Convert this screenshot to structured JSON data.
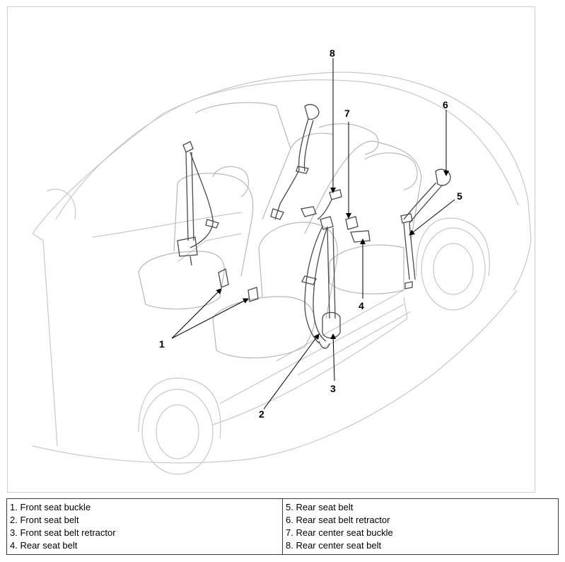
{
  "callouts": [
    "1",
    "2",
    "3",
    "4",
    "5",
    "6",
    "7",
    "8"
  ],
  "legend": {
    "left": [
      "1. Front seat buckle",
      "2. Front seat belt",
      "3. Front seat belt retractor",
      "4. Rear seat belt"
    ],
    "right": [
      "5. Rear seat belt",
      "6. Rear seat belt retractor",
      "7. Rear center seat buckle",
      "8. Rear center seat belt"
    ]
  },
  "colors": {
    "outline_light": "#c8c8c8",
    "outline_dark": "#4a4a4a",
    "leader": "#000000"
  }
}
